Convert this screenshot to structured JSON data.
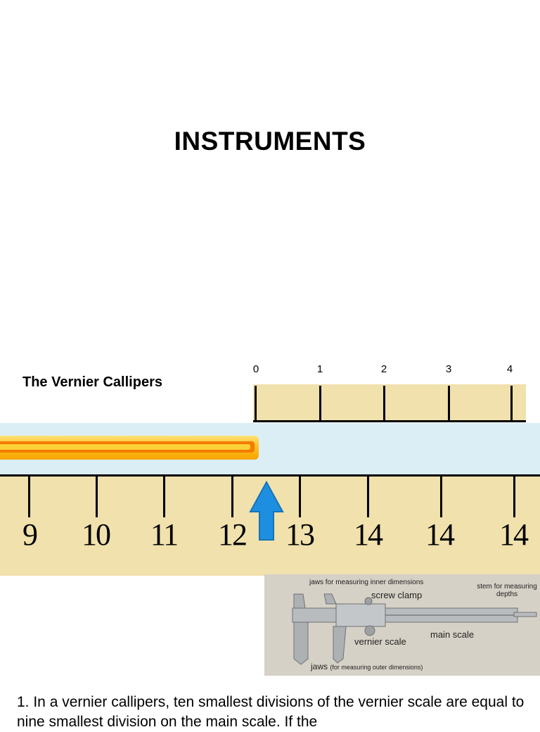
{
  "slide": {
    "title": "INSTRUMENTS",
    "subtitle": "The Vernier Callipers"
  },
  "vernier_scale": {
    "labels": [
      "0",
      "1",
      "2",
      "3",
      "4"
    ]
  },
  "main_scale": {
    "labels": [
      "9",
      "10",
      "11",
      "12",
      "13",
      "14",
      "14",
      "14"
    ]
  },
  "colors": {
    "scale_background": "#f0e1ad",
    "track": "#dbeef6",
    "arrow": "#1e8fe0",
    "rod": "#ffc627"
  },
  "photo": {
    "label_inner_jaws": "jaws for measuring inner dimensions",
    "label_screw_clamp": "screw clamp",
    "label_stem": "stem for measuring depths",
    "label_main_scale": "main scale",
    "label_vernier_scale": "vernier scale",
    "label_jaws": "jaws",
    "label_jaws_note": "(for measuring outer dimensions)"
  },
  "question": {
    "text": "1. In a vernier callipers, ten smallest divisions of the vernier scale are equal to nine smallest division on the main scale. If the"
  }
}
